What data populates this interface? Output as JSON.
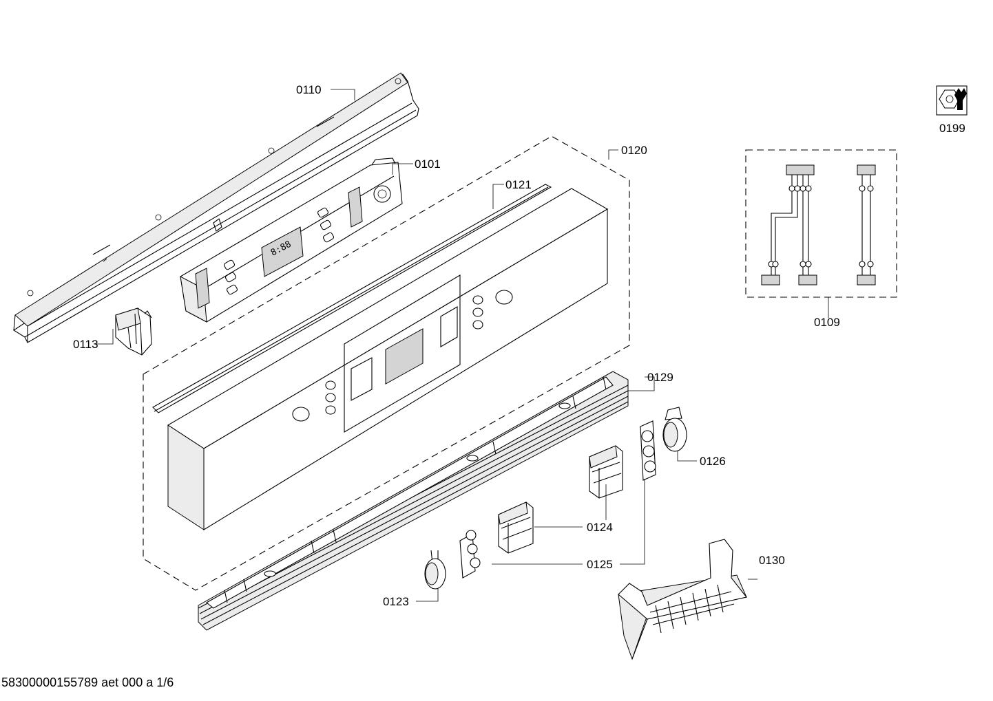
{
  "labels": {
    "p0110": "0110",
    "p0101": "0101",
    "p0120": "0120",
    "p0121": "0121",
    "p0199": "0199",
    "p0113": "0113",
    "p0109": "0109",
    "p0129": "0129",
    "p0126": "0126",
    "p0124": "0124",
    "p0125": "0125",
    "p0130": "0130",
    "p0123": "0123"
  },
  "footer": {
    "doc_id": "58300000155789 aet 000 a 1/6"
  },
  "icons": {
    "service": "wrench-nut-icon"
  }
}
